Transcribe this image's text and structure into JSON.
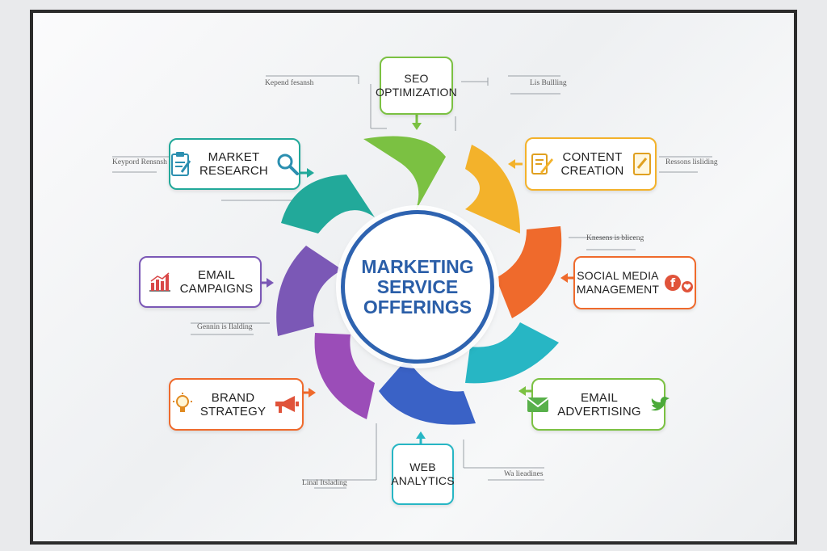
{
  "hub": {
    "title": "MARKETING\nSERVICE\nOFFERINGS"
  },
  "nodes": {
    "seo": "SEO\nOPTIMIZATION",
    "market_research": "MARKET\nRESEARCH",
    "content_creation": "CONTENT\nCREATION",
    "email_campaigns": "EMAIL\nCAMPAIGNS",
    "social_media": "SOCIAL MEDIA\nMANAGEMENT",
    "brand_strategy": "BRAND\nSTRATEGY",
    "email_advertising": "EMAIL\nADVERTISING",
    "web_analytics": "WEB\nANALYTICS"
  },
  "captions": {
    "kepend": "Kepend fesansh",
    "lis_bulling": "Lis Bullling",
    "keypord": "Keypord Rensnsh",
    "ressons": "Ressons lisliding",
    "knesens": "Knesens is bliceng",
    "gennin": "Gennin is Ilalding",
    "linal": "Linal Itslading",
    "wa": "Wa lieadines"
  },
  "colors": {
    "green": "#7bc142",
    "teal": "#22a99a",
    "yellow": "#f3b22b",
    "orange": "#ef6a2c",
    "purple": "#7b58b6",
    "cyan": "#27b6c4",
    "violet": "#9b4db8",
    "blue": "#3a62c6",
    "hub_text": "#2a5ea8"
  },
  "icons": {
    "market_research": [
      "clipboard-icon",
      "magnifier-icon"
    ],
    "content_creation": [
      "document-pen-icon",
      "notepad-icon"
    ],
    "email_campaigns": [
      "bar-chart-icon"
    ],
    "social_media": [
      "facebook-icon",
      "heart-icon"
    ],
    "brand_strategy": [
      "lightbulb-icon",
      "megaphone-icon"
    ],
    "email_advertising": [
      "envelope-icon",
      "twitter-bird-icon"
    ]
  }
}
